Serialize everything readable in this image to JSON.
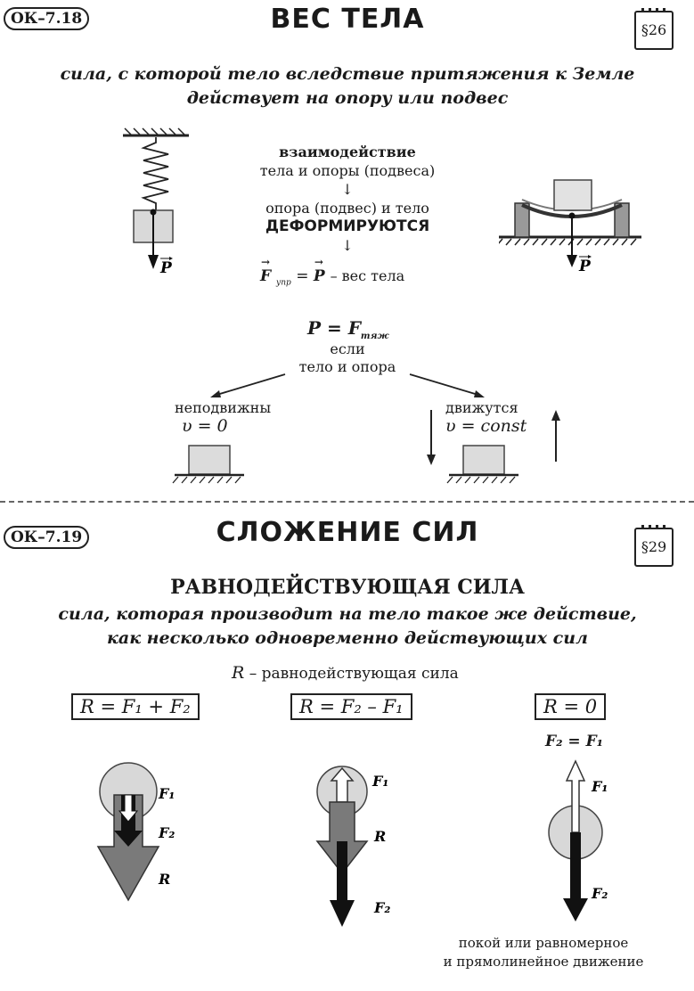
{
  "card1": {
    "code": "ОК–7.18",
    "title": "ВЕС ТЕЛА",
    "paragraph": "§26",
    "definition_line1": "сила, с которой тело вследствие притяжения к Земле",
    "definition_line2": "действует на опору или подвес",
    "chain": {
      "step1a": "взаимодействие",
      "step1b": "тела и опоры (подвеса)",
      "arrow": "↓",
      "step2a": "опора (подвес) и тело",
      "step2b": "ДЕФОРМИРУЮТСЯ",
      "result_suffix": "– вес тела"
    },
    "condition": {
      "formula": "P = F",
      "formula_sub": "тяж",
      "if": "если",
      "body_support": "тело и опора",
      "left_label": "неподвижны",
      "left_value": "υ = 0",
      "right_label": "движутся",
      "right_value": "υ = const"
    },
    "vector_P": "P",
    "vector_F": "F",
    "vector_F_sub": "упр"
  },
  "card2": {
    "code": "ОК–7.19",
    "title": "СЛОЖЕНИЕ СИЛ",
    "paragraph": "§29",
    "subtitle": "РАВНОДЕЙСТВУЮЩАЯ СИЛА",
    "definition_line1": "сила, которая производит на тело такое же действие,",
    "definition_line2": "как  несколько одновременно действующих сил",
    "r_note_symbol": "R",
    "r_note_text": "– равнодействующая сила",
    "formulas": [
      "R = F₁ + F₂",
      "R = F₂ – F₁",
      "R = 0"
    ],
    "equal_forces": "F₂ = F₁",
    "labels": {
      "F1": "F₁",
      "F2": "F₂",
      "R": "R"
    },
    "footer_line1": "покой  или равномерное",
    "footer_line2": "и прямолинейное  движение"
  }
}
